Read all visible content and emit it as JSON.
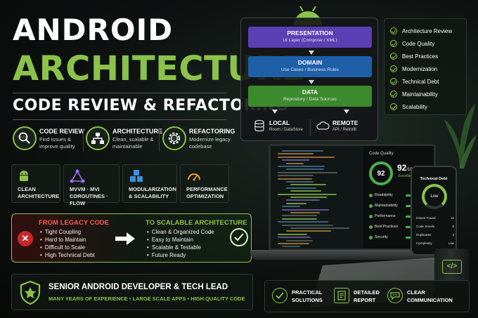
{
  "title": {
    "line1": "ANDROID",
    "line2": "ARCHITECTURE",
    "line3": "CODE REVIEW & REFACTORING"
  },
  "features": [
    {
      "title": "CODE REVIEW",
      "desc": "Find issues & improve quality",
      "icon": "magnifier-code-icon"
    },
    {
      "title": "ARCHITECTURE",
      "desc": "Clean, scalable & maintainable",
      "icon": "hierarchy-icon"
    },
    {
      "title": "REFACTORING",
      "desc": "Modernize legacy codebase",
      "icon": "gear-code-icon"
    }
  ],
  "tech": [
    {
      "label1": "CLEAN",
      "label2": "ARCHITECTURE",
      "icon": "android-robot-icon"
    },
    {
      "label1": "MVVM · MVI",
      "label2": "COROUTINES · FLOW",
      "icon": "triangle-network-icon"
    },
    {
      "label1": "MODULARIZATION",
      "label2": "& SCALABILITY",
      "icon": "cubes-icon"
    },
    {
      "label1": "PERFORMANCE",
      "label2": "OPTIMIZATION",
      "icon": "speedometer-icon"
    }
  ],
  "legacy": {
    "from_title": "FROM LEGACY CODE",
    "from_items": [
      "Tight Coupling",
      "Hard to Maintain",
      "Difficult to Scale",
      "High Technical Debt"
    ],
    "to_title": "TO SCALABLE ARCHITECTURE",
    "to_items": [
      "Clean & Organized Code",
      "Easy to Maintain",
      "Scalable & Testable",
      "Future Ready"
    ]
  },
  "senior": {
    "main": "SENIOR ANDROID DEVELOPER & TECH LEAD",
    "sub": "MANY YEARS OF EXPERIENCE  •  LARGE SCALE APPS  •  HIGH QUALITY CODE"
  },
  "diagram": {
    "layers": [
      {
        "name": "PRESENTATION",
        "desc": "UI Layer (Compose / XML)",
        "color": "#5b3fb5"
      },
      {
        "name": "DOMAIN",
        "desc": "Use Cases / Business Rules",
        "color": "#1e5fa8"
      },
      {
        "name": "DATA",
        "desc": "Repository / Data Sources",
        "color": "#3c8a2e"
      }
    ],
    "local": {
      "name": "LOCAL",
      "desc": "Room / DataStore"
    },
    "remote": {
      "name": "REMOTE",
      "desc": "API / Retrofit"
    }
  },
  "checklist": [
    "Architecture Review",
    "Code Quality",
    "Best Practices",
    "Modernization",
    "Technical Debt",
    "Maintainability",
    "Scalability"
  ],
  "laptop": {
    "header": "Code Quality",
    "ring": "92",
    "score": "92",
    "score_max": "/100",
    "score_label": "Excellent",
    "rows": [
      "Readability",
      "Maintainability",
      "Performance",
      "Best Practices",
      "Security"
    ]
  },
  "phone": {
    "header": "Technical Debt",
    "gauge": "Low",
    "rows": [
      {
        "label": "Issues Found",
        "value": "12"
      },
      {
        "label": "Code Smells",
        "value": "8"
      },
      {
        "label": "Duplicates",
        "value": "3"
      },
      {
        "label": "Complexity",
        "value": "Low"
      }
    ]
  },
  "bottom": [
    {
      "line1": "PRACTICAL",
      "line2": "SOLUTIONS",
      "icon": "check-badge-icon"
    },
    {
      "line1": "DETAILED",
      "line2": "REPORT",
      "icon": "document-icon"
    },
    {
      "line1": "CLEAR",
      "line2": "COMMUNICATION",
      "icon": "chat-bubble-icon"
    }
  ],
  "mug_logo": "</>",
  "colors": {
    "accent": "#8bc34a",
    "red": "#ff5a4a"
  }
}
